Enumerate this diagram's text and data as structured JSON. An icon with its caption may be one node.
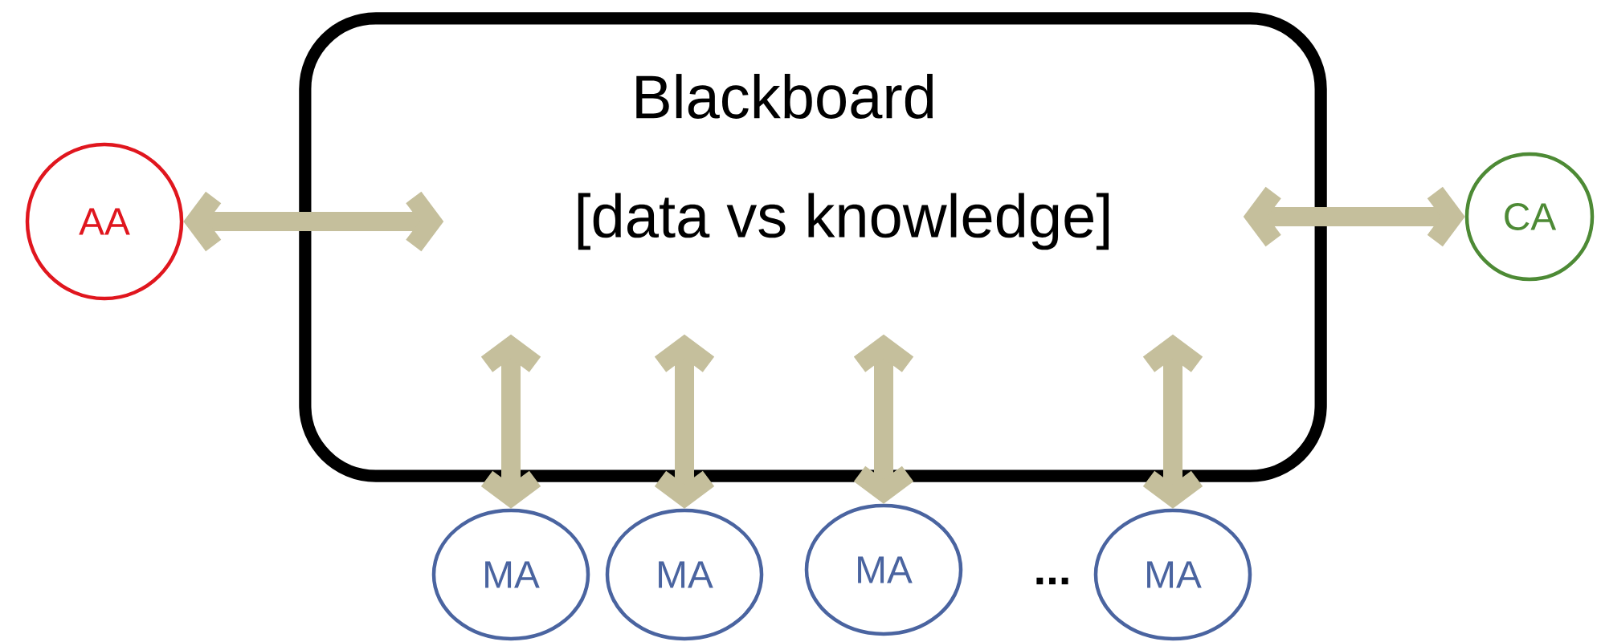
{
  "diagram": {
    "nodes": [
      {
        "text": [
          "Blackboard",
          "[data vs knowledge]"
        ]
      },
      {
        "text": [
          "AA"
        ]
      },
      {
        "text": [
          "CA"
        ]
      },
      {
        "text": [
          "MA"
        ]
      },
      {
        "text": [
          "MA"
        ]
      },
      {
        "text": [
          "MA"
        ]
      },
      {
        "text": [
          "MA"
        ]
      }
    ],
    "edges": [
      {
        "from": 1,
        "to": 0,
        "arrow": "both"
      },
      {
        "from": 2,
        "to": 0,
        "arrow": "both"
      },
      {
        "from": 3,
        "to": 0,
        "arrow": "both"
      },
      {
        "from": 4,
        "to": 0,
        "arrow": "both"
      },
      {
        "from": 5,
        "to": 0,
        "arrow": "both"
      },
      {
        "from": 6,
        "to": 0,
        "arrow": "both"
      }
    ],
    "labels": [
      "..."
    ]
  }
}
